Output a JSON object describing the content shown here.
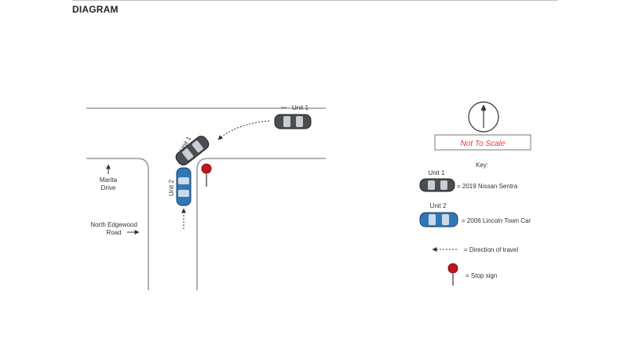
{
  "heading": "DIAGRAM",
  "roads": {
    "vertical_road_label_line1": "Marita",
    "vertical_road_label_line2": "Drive",
    "horizontal_road_label_line1": "North Edgewood",
    "horizontal_road_label_line2": "Road"
  },
  "vehicles": {
    "unit1_start_label": "Unit 1",
    "unit1_impact_label": "Unit 1",
    "unit2_label": "Unit 2"
  },
  "scale_note": "Not To Scale",
  "key": {
    "title": "Key:",
    "unit1_label": "Unit 1",
    "unit1_desc": "= 2019 Nissan Sentra",
    "unit2_label": "Unit 2",
    "unit2_desc": "= 2006 Lincoln Town Car",
    "travel_desc": "= Direction of travel",
    "stop_desc": "= Stop sign"
  },
  "colors": {
    "unit1_body": "#4a4d52",
    "unit2_body": "#2f78b7",
    "stop_sign": "#c0161c",
    "scale_text": "#e03b3b"
  }
}
